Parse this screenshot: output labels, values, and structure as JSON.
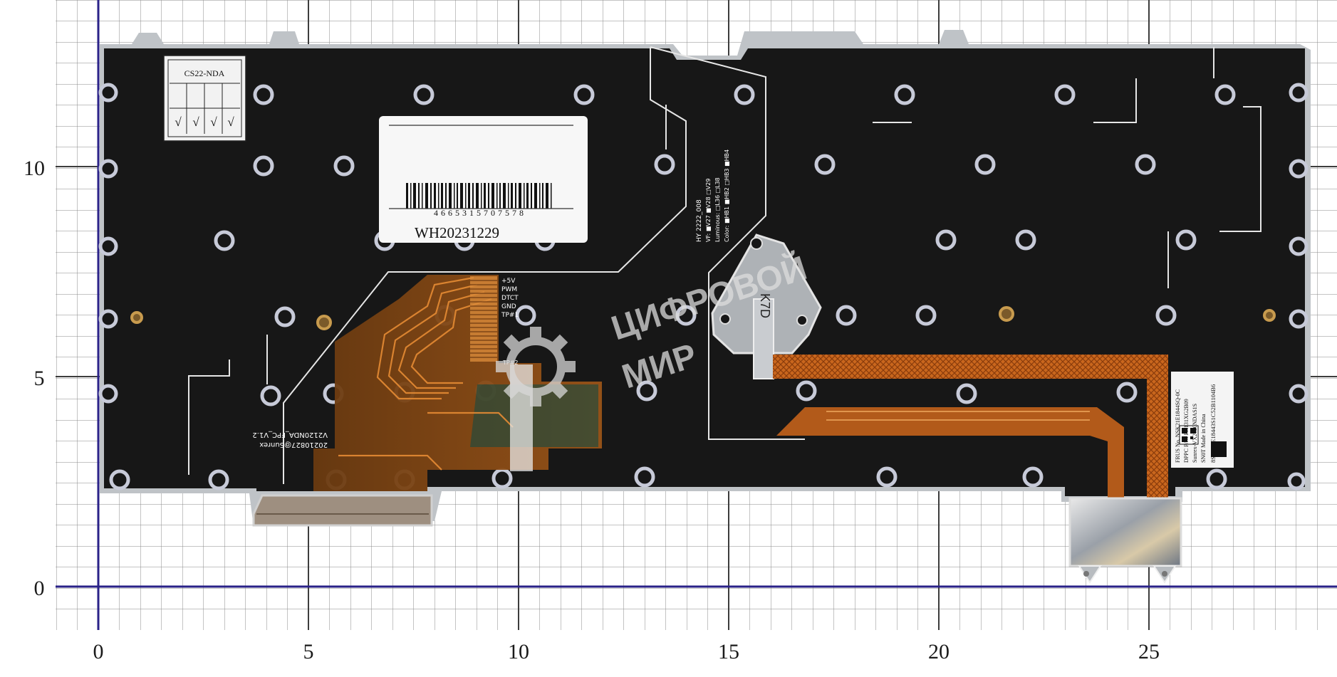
{
  "axes": {
    "x_ticks": [
      "0",
      "5",
      "10",
      "15",
      "20",
      "25"
    ],
    "y_ticks": [
      "0",
      "5",
      "10"
    ]
  },
  "model_sticker": {
    "title": "CS22-NDA",
    "checks": [
      "√",
      "√",
      "√",
      "√"
    ]
  },
  "barcode_label": {
    "digits": "4665315707578",
    "code": "WH20231229"
  },
  "fpc": {
    "pins": [
      "+5V",
      "PWM",
      "DTCT",
      "GND",
      "TP#1"
    ],
    "pin2": "TP#2",
    "print_1": "V2120NDA_FPC_V1.2",
    "print_2": "20210827@Sunrex"
  },
  "backlight_print": {
    "line1": "HY 2222_008",
    "line2": "VF: ■V27 ■V28 □V29",
    "line3": "Luminous: □L36 □L38",
    "line4": "Color: ■HB1 ■HB2 □HB3 ■HB4"
  },
  "bracket_mark": "K7D",
  "watermark": {
    "line1": "ЦИФРОВОЙ",
    "line2": "МИР"
  },
  "right_label": {
    "line1": "FRUS No. NSK21E1844SQ-0C",
    "line2": "DPPC P/N: PK131XG2B09",
    "line3": "Sunrex-VX2120NDAS1S",
    "line4": "SN0T    Made in China",
    "line5": "8SSN21E18443S1C52B1104B6"
  },
  "colors": {
    "board": "#161616",
    "frame": "#c8c8c8",
    "grid_major": "#555555",
    "grid_minor": "#9a9a9a",
    "axis": "#2a2288",
    "flex": "#c5641c"
  }
}
